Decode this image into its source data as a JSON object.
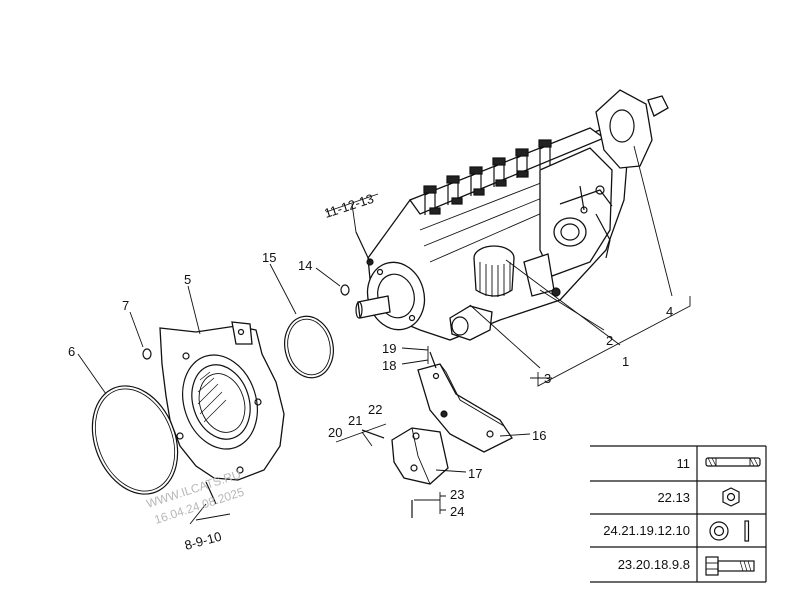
{
  "callouts": {
    "c1": "1",
    "c2": "2",
    "c3": "3",
    "c4": "4",
    "c5": "5",
    "c6": "6",
    "c7": "7",
    "c8_9_10": "8-9-10",
    "c11_12_13": "11-12-13",
    "c14": "14",
    "c15": "15",
    "c16": "16",
    "c17": "17",
    "c18": "18",
    "c19": "19",
    "c20": "20",
    "c21": "21",
    "c22": "22",
    "c23": "23",
    "c24": "24"
  },
  "legend": {
    "rows": [
      {
        "label": "11",
        "icon": "stud-icon"
      },
      {
        "label": "22.13",
        "icon": "hex-nut-icon"
      },
      {
        "label": "24.21.19.12.10",
        "icon": "washer-icon"
      },
      {
        "label": "23.20.18.9.8",
        "icon": "bolt-icon"
      }
    ]
  },
  "watermark": {
    "line1": "WWW.ILCATS.RU",
    "line2": "16.04.24.08.2025"
  }
}
